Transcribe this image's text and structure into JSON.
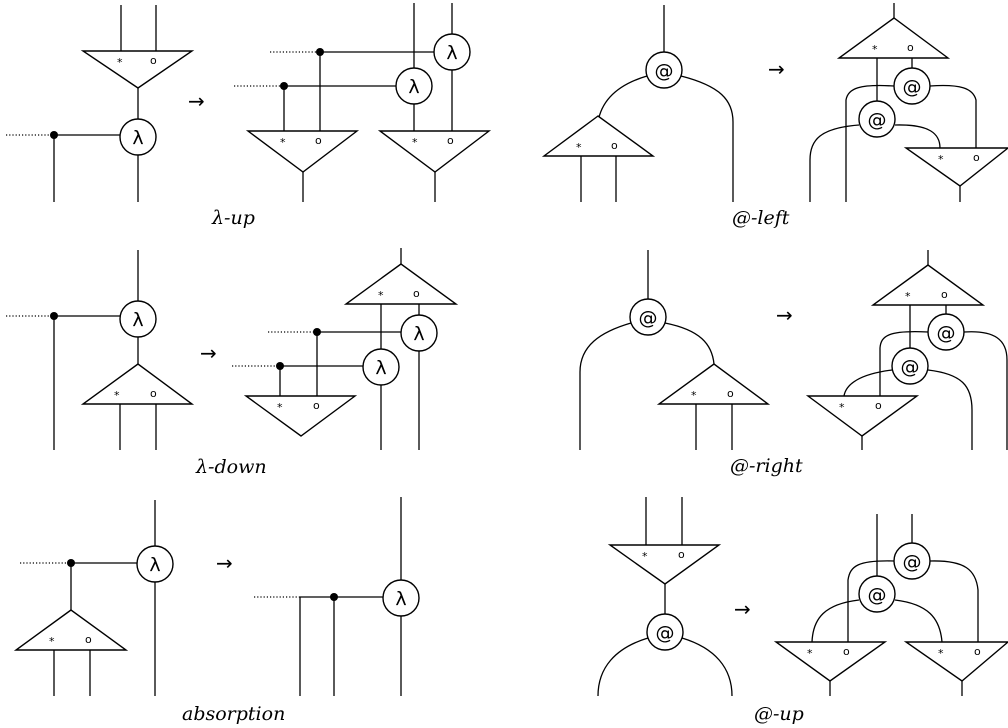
{
  "symbols": {
    "lambda": "λ",
    "app": "@",
    "star": "*",
    "circ": "o",
    "arrow": "→"
  },
  "captions": {
    "lambda_up": "λ-up",
    "lambda_down": "λ-down",
    "absorption": "absorption",
    "app_left": "@-left",
    "app_right": "@-right",
    "app_up": "@-up"
  }
}
